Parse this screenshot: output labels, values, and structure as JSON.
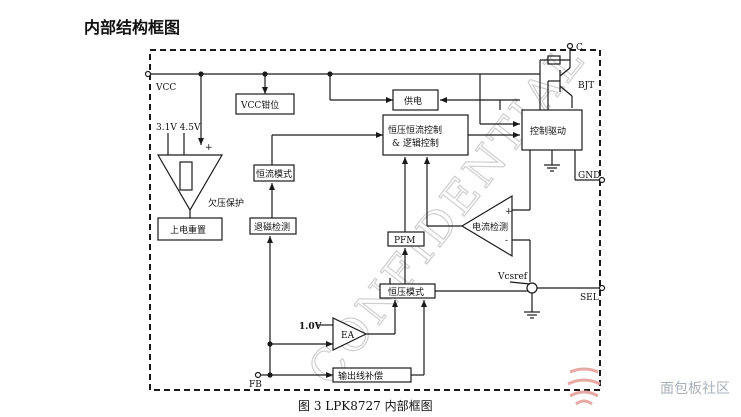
{
  "heading": "内部结构框图",
  "caption": "图 3    LPK8727 内部框图",
  "pins": {
    "vcc": "VCC",
    "c": "C",
    "gnd": "GND",
    "sel": "SEL",
    "fb": "FB"
  },
  "blocks": {
    "vcc_clamp": "VCC钳位",
    "power_supply": "供电",
    "cv_cc_logic_line1": "恒压恒流控制",
    "cv_cc_logic_line2": "& 逻辑控制",
    "drive": "控制驱动",
    "cc_mode": "恒流模式",
    "demag": "退磁检测",
    "pfm": "PFM",
    "current_detect": "电流检测",
    "cv_mode": "恒压模式",
    "ea": "EA",
    "cable_comp": "输出线补偿",
    "power_on_reset": "上电重置",
    "uvlo": "欠压保护"
  },
  "labels": {
    "bjt": "BJT",
    "thresholds": "3.1V 4.5V",
    "plus": "+",
    "vcsref": "Vcsref",
    "vref": "1.0V",
    "cmp_plus": "+",
    "cmp_minus": "-"
  },
  "watermarks": {
    "diagonal": "CONFIDENTIAL",
    "site": "面包板社区"
  },
  "colors": {
    "line": "#1a1a1a",
    "watermark": "#cfcfcf"
  }
}
